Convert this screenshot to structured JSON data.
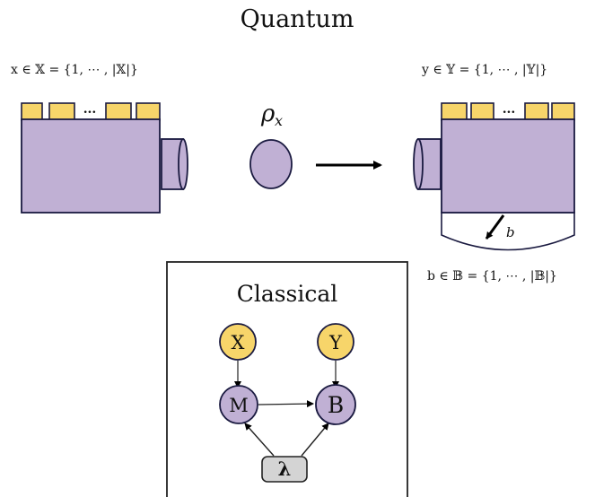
{
  "quantum": {
    "title": "Quantum",
    "state_label": "ρ",
    "state_subscript": "x",
    "preparer": {
      "label": "x ∈ 𝕏 = {1, ⋯ , |𝕏|}",
      "ellipsis": "..."
    },
    "measurer": {
      "label": "y ∈ 𝕐 = {1, ⋯ , |𝕐|}",
      "ellipsis": "...",
      "output_symbol": "b",
      "output_label": "b ∈ 𝔹 = {1, ⋯ , |𝔹|}"
    }
  },
  "classical": {
    "title": "Classical",
    "nodes": {
      "x": "X",
      "y": "Y",
      "m": "M",
      "b": "B",
      "lambda": "λ"
    }
  },
  "colors": {
    "box_purple": "#c0b0d4",
    "button_yellow": "#f7d56a",
    "stroke": "#1a1a40",
    "lambda_gray": "#d4d4d4"
  }
}
